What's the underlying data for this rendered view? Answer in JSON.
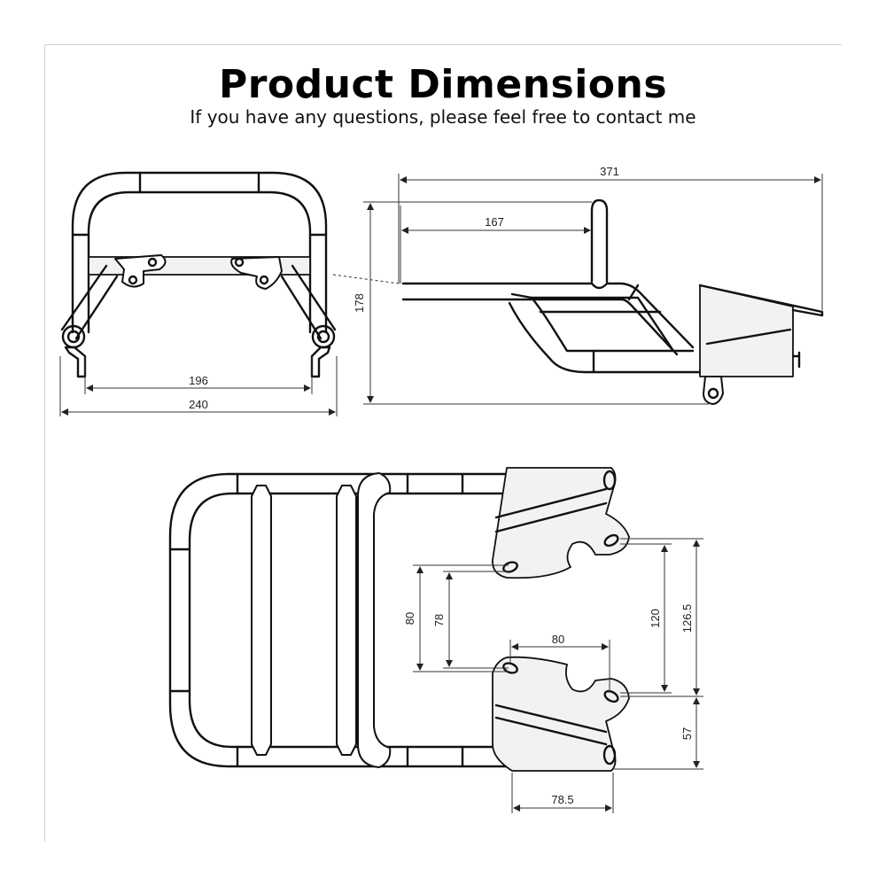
{
  "header": {
    "title": "Product Dimensions",
    "subtitle": "If you have any questions, please feel free to contact me"
  },
  "colors": {
    "line": "#111111",
    "background": "#ffffff",
    "frame": "#cfcfcf"
  },
  "front_view": {
    "inner_width": "196",
    "outer_width": "240"
  },
  "side_view": {
    "total_length": "371",
    "rail_length": "167",
    "height": "178"
  },
  "top_view": {
    "outer_spacing": "80",
    "inner_spacing": "78",
    "plate_width": "80",
    "hole_spacing": "120",
    "total_span": "126.5",
    "lower_offset": "57",
    "base_width": "78.5"
  }
}
